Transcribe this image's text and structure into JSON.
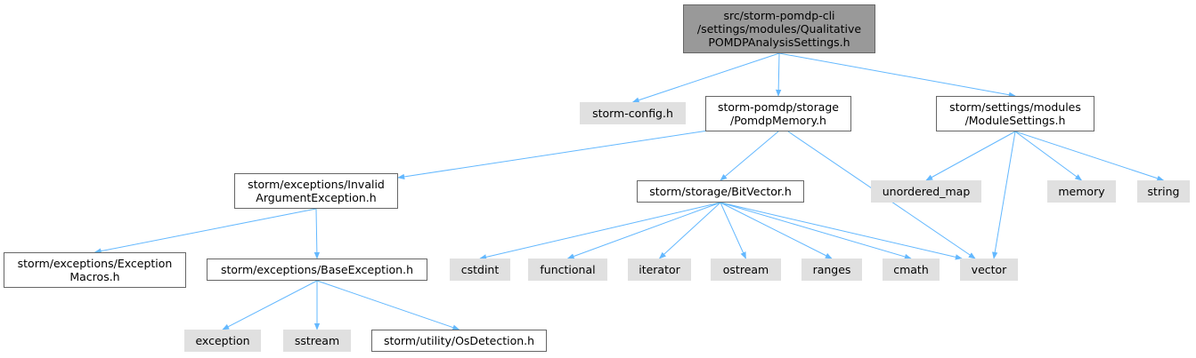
{
  "colors": {
    "edge": "#63b8ff",
    "root_fill": "#999999",
    "doc_fill": "#ffffff",
    "sys_fill": "#e0e0e0",
    "border": "#666666"
  },
  "nodes": [
    {
      "id": "root",
      "kind": "root",
      "lines": [
        "src/storm-pomdp-cli",
        "/settings/modules/Qualitative",
        "POMDPAnalysisSettings.h"
      ]
    },
    {
      "id": "config",
      "kind": "sys",
      "lines": [
        "storm-config.h"
      ]
    },
    {
      "id": "pomdpmem",
      "kind": "doc",
      "lines": [
        "storm-pomdp/storage",
        "/PomdpMemory.h"
      ]
    },
    {
      "id": "modset",
      "kind": "doc",
      "lines": [
        "storm/settings/modules",
        "/ModuleSettings.h"
      ]
    },
    {
      "id": "invarg",
      "kind": "doc",
      "lines": [
        "storm/exceptions/Invalid",
        "ArgumentException.h"
      ]
    },
    {
      "id": "bitvec",
      "kind": "doc",
      "lines": [
        "storm/storage/BitVector.h"
      ]
    },
    {
      "id": "unordered",
      "kind": "sys",
      "lines": [
        "unordered_map"
      ]
    },
    {
      "id": "memory",
      "kind": "sys",
      "lines": [
        "memory"
      ]
    },
    {
      "id": "string",
      "kind": "sys",
      "lines": [
        "string"
      ]
    },
    {
      "id": "excmacros",
      "kind": "doc",
      "lines": [
        "storm/exceptions/Exception",
        "Macros.h"
      ]
    },
    {
      "id": "baseexc",
      "kind": "doc",
      "lines": [
        "storm/exceptions/BaseException.h"
      ]
    },
    {
      "id": "cstdint",
      "kind": "sys",
      "lines": [
        "cstdint"
      ]
    },
    {
      "id": "functional",
      "kind": "sys",
      "lines": [
        "functional"
      ]
    },
    {
      "id": "iterator",
      "kind": "sys",
      "lines": [
        "iterator"
      ]
    },
    {
      "id": "ostream",
      "kind": "sys",
      "lines": [
        "ostream"
      ]
    },
    {
      "id": "ranges",
      "kind": "sys",
      "lines": [
        "ranges"
      ]
    },
    {
      "id": "cmath",
      "kind": "sys",
      "lines": [
        "cmath"
      ]
    },
    {
      "id": "vector",
      "kind": "sys",
      "lines": [
        "vector"
      ]
    },
    {
      "id": "exception",
      "kind": "sys",
      "lines": [
        "exception"
      ]
    },
    {
      "id": "sstream",
      "kind": "sys",
      "lines": [
        "sstream"
      ]
    },
    {
      "id": "osdet",
      "kind": "doc",
      "lines": [
        "storm/utility/OsDetection.h"
      ]
    }
  ],
  "edges": [
    [
      "root",
      "config"
    ],
    [
      "root",
      "pomdpmem"
    ],
    [
      "root",
      "modset"
    ],
    [
      "pomdpmem",
      "invarg"
    ],
    [
      "pomdpmem",
      "bitvec"
    ],
    [
      "pomdpmem",
      "vector"
    ],
    [
      "modset",
      "unordered"
    ],
    [
      "modset",
      "vector"
    ],
    [
      "modset",
      "memory"
    ],
    [
      "modset",
      "string"
    ],
    [
      "invarg",
      "excmacros"
    ],
    [
      "invarg",
      "baseexc"
    ],
    [
      "bitvec",
      "cstdint"
    ],
    [
      "bitvec",
      "functional"
    ],
    [
      "bitvec",
      "iterator"
    ],
    [
      "bitvec",
      "ostream"
    ],
    [
      "bitvec",
      "ranges"
    ],
    [
      "bitvec",
      "cmath"
    ],
    [
      "bitvec",
      "vector"
    ],
    [
      "baseexc",
      "exception"
    ],
    [
      "baseexc",
      "sstream"
    ],
    [
      "baseexc",
      "osdet"
    ]
  ]
}
